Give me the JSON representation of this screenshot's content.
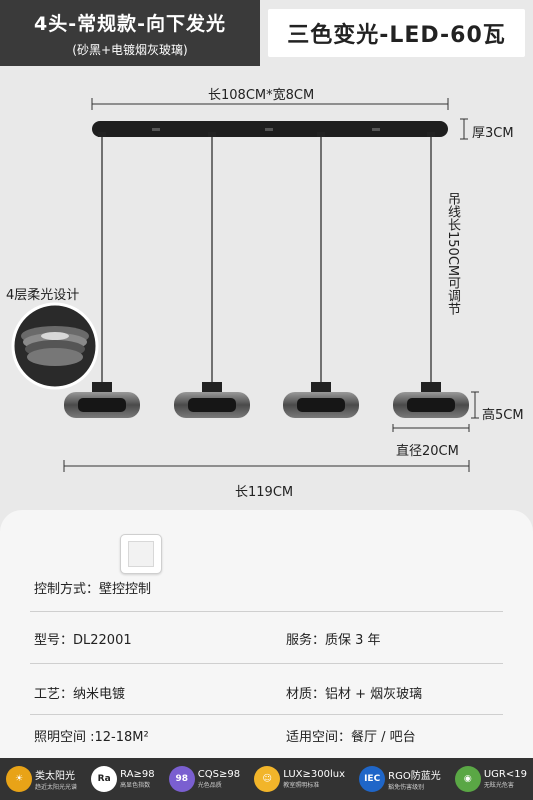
{
  "header": {
    "title": "4头-常规款-向下发光",
    "subtitle": "(砂黑+电镀烟灰玻璃)",
    "spec": "三色变光-LED-60瓦"
  },
  "dimensions": {
    "top_width": "长108CM*宽8CM",
    "thickness": "厚3CM",
    "wire_length": "吊线长150CM可调节",
    "layer_note": "4层柔光设计",
    "lamp_height": "高5CM",
    "diameter": "直径20CM",
    "total_length": "长119CM"
  },
  "info": {
    "control": "控制方式：壁控控制",
    "model": "型号：DL22001",
    "service": "服务：质保 3 年",
    "craft": "工艺：纳米电镀",
    "material": "材质：铝材 + 烟灰玻璃",
    "area": "照明空间 :12-18M²",
    "space": "适用空间：餐厅 / 吧台"
  },
  "features": [
    {
      "icon": "sun-icon",
      "color": "#e8a317",
      "badge": "☀",
      "title": "类太阳光",
      "sub": "趋近太阳光光谱"
    },
    {
      "icon": "ra-icon",
      "color": "#ffffff",
      "badge": "Ra",
      "title": "RA≥98",
      "sub": "高显色指数"
    },
    {
      "icon": "cqs-icon",
      "color": "#7a5fd0",
      "badge": "98",
      "title": "CQS≥98",
      "sub": "光色品质"
    },
    {
      "icon": "lux-icon",
      "color": "#f2b52a",
      "badge": "☺",
      "title": "LUX≥300lux",
      "sub": "教室照明标准"
    },
    {
      "icon": "iec-icon",
      "color": "#1f66c8",
      "badge": "IEC",
      "title": "RGO防蓝光",
      "sub": "豁免伤害级别"
    },
    {
      "icon": "eye-icon",
      "color": "#5aa745",
      "badge": "◉",
      "title": "UGR<19",
      "sub": "无眩光危害"
    }
  ]
}
